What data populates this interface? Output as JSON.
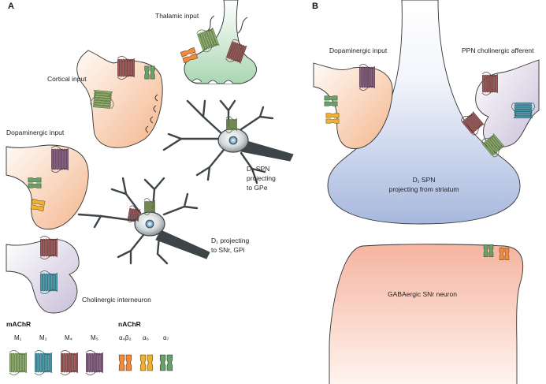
{
  "panel_a": {
    "label": "A",
    "thalamic_input": "Thalamic input",
    "cortical_input": "Cortical input",
    "dopaminergic_input": "Dopaminergic input",
    "d2_spn_line1": "D₂ SPN",
    "d2_spn_line2": "projecting",
    "d2_spn_line3": "to GPe",
    "d1_line1": "D₁ projecting",
    "d1_line2": "to SNr, GPi",
    "cholinergic_interneuron": "Cholinergic interneuron"
  },
  "panel_b": {
    "label": "B",
    "dopaminergic_input": "Dopaminergic input",
    "ppn_afferent": "PPN cholinergic afferent",
    "d1_spn_line1": "D₁ SPN",
    "d1_spn_line2": "projecting from striatum",
    "gabaergic_neuron": "GABAergic SNr neuron"
  },
  "legend": {
    "machr_title": "mAChR",
    "nachr_title": "nAChR",
    "m1": "M₁",
    "m2": "M₂",
    "m4": "M₄",
    "m5": "M₅",
    "a4b2": "α₄β₂",
    "a6": "α₆",
    "a7": "α₇"
  },
  "colors": {
    "m1": "#8fb36a",
    "m2": "#4aa3b5",
    "m4": "#a45a5a",
    "m5": "#8a5f86",
    "a4b2": "#f08a3c",
    "a6": "#f0b030",
    "a7": "#6aa06a",
    "bouton_orange": "#f6c8a6",
    "bouton_green": "#c9e4cd",
    "bouton_lilac": "#ddd6e6",
    "spn_blue": "#b6c4e2",
    "snr_pink": "#f2b6a4",
    "neuron_gray": "#3d4548"
  }
}
